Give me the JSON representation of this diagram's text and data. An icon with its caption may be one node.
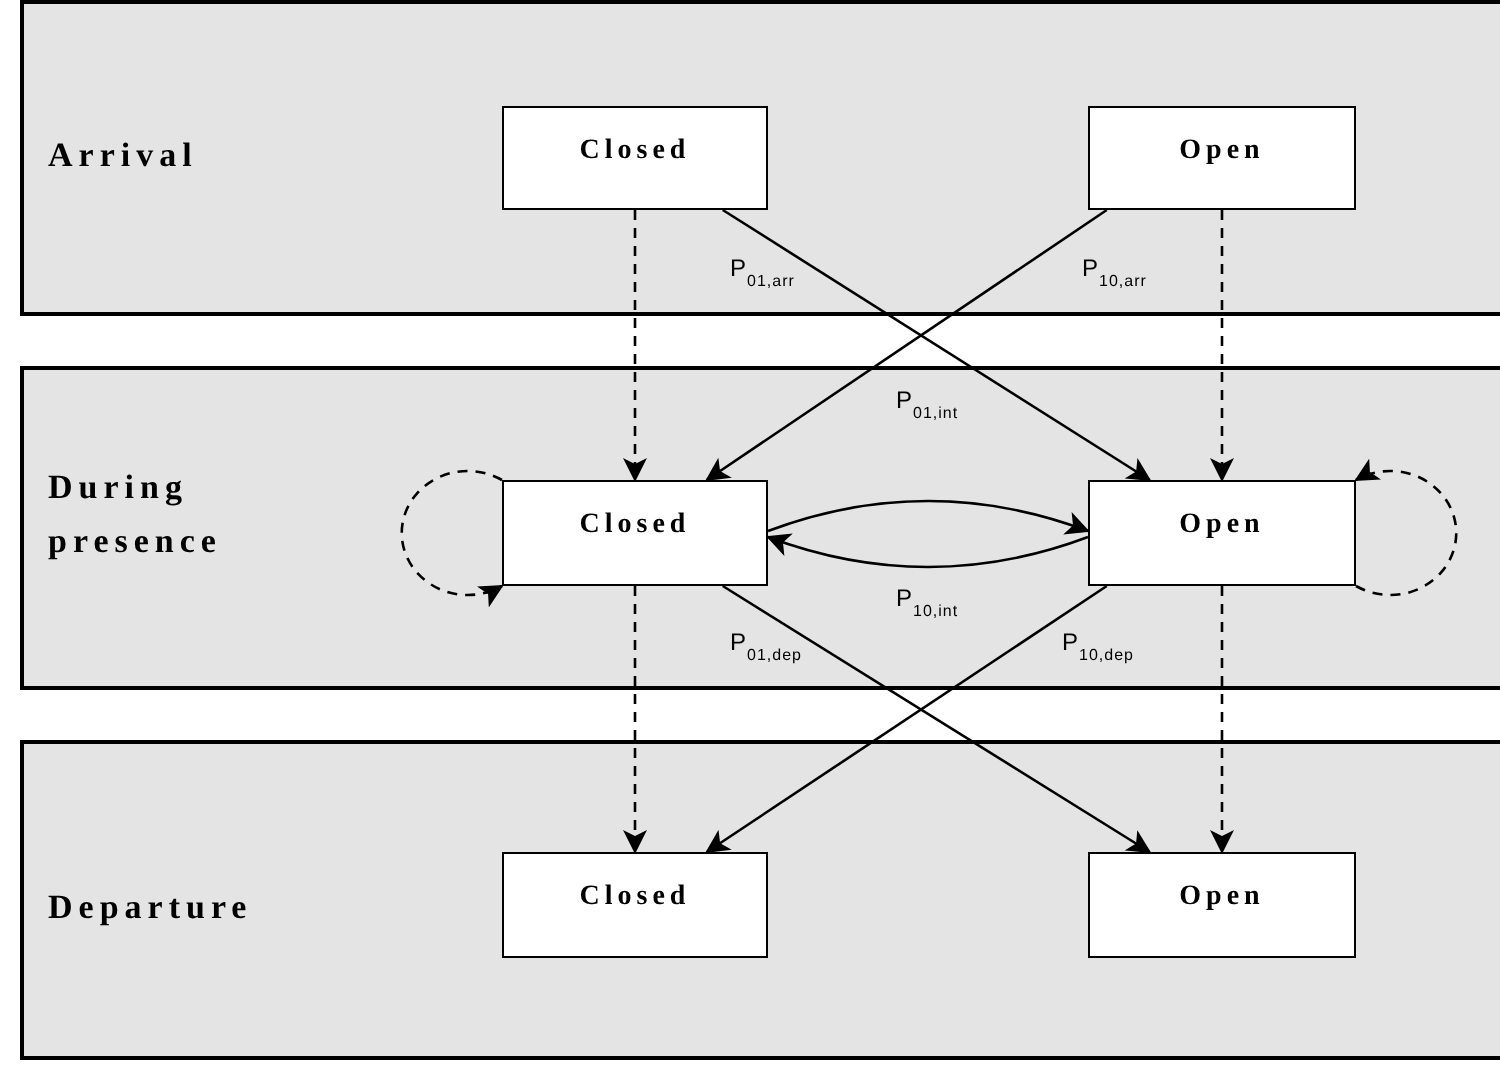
{
  "diagram": {
    "nodes": [
      {
        "text": [
          "Arrival"
        ]
      },
      {
        "text": [
          "Closed"
        ],
        "in": 0
      },
      {
        "text": [
          "Open"
        ],
        "in": 0
      },
      {
        "text": [
          "During presence"
        ]
      },
      {
        "text": [
          "Closed"
        ],
        "in": 3
      },
      {
        "text": [
          "Open"
        ],
        "in": 3
      },
      {
        "text": [
          "Departure"
        ]
      },
      {
        "text": [
          "Closed"
        ],
        "in": 6
      },
      {
        "text": [
          "Open"
        ],
        "in": 6
      }
    ],
    "edges": [
      {
        "from": 1,
        "to": 4,
        "arrow": "to",
        "style": "dashed"
      },
      {
        "from": 1,
        "to": 5,
        "arrow": "to",
        "label": "P$_{01,arr}$"
      },
      {
        "from": 2,
        "to": 4,
        "arrow": "to",
        "label": "P$_{10,arr}$"
      },
      {
        "from": 2,
        "to": 5,
        "arrow": "to",
        "style": "dashed"
      },
      {
        "from": 4,
        "to": 4,
        "arrow": "to",
        "style": "dashed"
      },
      {
        "from": 4,
        "to": 5,
        "arrow": "to",
        "label": "P$_{01,int}$"
      },
      {
        "from": 5,
        "to": 4,
        "arrow": "to",
        "label": "P$_{10,int}$"
      },
      {
        "from": 5,
        "to": 5,
        "arrow": "to",
        "style": "dashed"
      },
      {
        "from": 4,
        "to": 7,
        "arrow": "to",
        "style": "dashed"
      },
      {
        "from": 4,
        "to": 8,
        "arrow": "to",
        "label": "P$_{01,dep}$"
      },
      {
        "from": 5,
        "to": 7,
        "arrow": "to",
        "label": "P$_{10,dep}$"
      },
      {
        "from": 5,
        "to": 8,
        "arrow": "to",
        "style": "dashed"
      }
    ]
  }
}
